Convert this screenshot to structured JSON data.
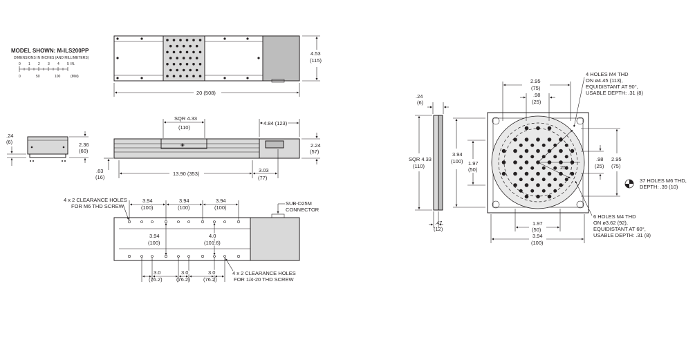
{
  "header": {
    "model_shown": "MODEL SHOWN: M-ILS200PP",
    "dims_note": "DIMENSIONS IN INCHES (AND MILLIMETERS)",
    "scale_in_label": "IN.",
    "scale_mm_label": "(MM)",
    "scale_in_ticks": [
      "0",
      "1",
      "2",
      "3",
      "4",
      "5"
    ],
    "scale_mm_ticks": [
      "0",
      "50",
      "100"
    ]
  },
  "top_view": {
    "height_in": "4.53",
    "height_mm": "(115)",
    "length": "20 (508)"
  },
  "front_view": {
    "sqr": "SQR 4.33",
    "sqr_mm": "(110)",
    "motor_len": "4.84 (123)",
    "height_in": "2.24",
    "height_mm": "(57)",
    "low_in": ".63",
    "low_mm": "(16)",
    "travel": "13.90 (353)",
    "conn_in": "3.03",
    "conn_mm": "(77)"
  },
  "end_view": {
    "thk_in": ".24",
    "thk_mm": "(6)",
    "h_in": "2.36",
    "h_mm": "(60)"
  },
  "bottom_view": {
    "clear_m6_1": "4 x 2 CLEARANCE HOLES",
    "clear_m6_2": "FOR M6 THD SCREW",
    "pitch_in": "3.94",
    "pitch_mm": "(100)",
    "sub_d25m_1": "SUB-D25M",
    "sub_d25m_2": "CONNECTOR",
    "v1_in": "3.94",
    "v1_mm": "(100)",
    "v2_in": "4.0",
    "v2_mm": "(101.6)",
    "p3_in": "3.0",
    "p3_mm": "(76.2)",
    "clear_14_1": "4 x 2 CLEARANCE HOLES",
    "clear_14_2": "FOR 1/4-20 THD SCREW"
  },
  "carriage_view": {
    "side_thk_in": ".24",
    "side_thk_mm": "(6)",
    "sqr": "SQR 4.33",
    "sqr_mm": "(110)",
    "d394_in": "3.94",
    "d394_mm": "(100)",
    "d197_in": "1.97",
    "d197_mm": "(50)",
    "d47_in": ".47",
    "d47_mm": "(12)",
    "top295_in": "2.95",
    "top295_mm": "(75)",
    "top98_in": ".98",
    "top98_mm": "(25)",
    "r98_in": ".98",
    "r98_mm": "(25)",
    "r295_in": "2.95",
    "r295_mm": "(75)",
    "b197_in": "1.97",
    "b197_mm": "(50)",
    "b394_in": "3.94",
    "b394_mm": "(100)",
    "angle": "25°",
    "note4_1": "4 HOLES M4 THD",
    "note4_2": "ON ø4.45 (113),",
    "note4_3": "EQUIDISTANT AT 90°,",
    "note4_4": "USABLE DEPTH: .31 (8)",
    "note37_1": "37 HOLES M6 THD,",
    "note37_2": "DEPTH: .39 (10)",
    "note6_1": "6 HOLES M4 THD",
    "note6_2": "ON ø3.62 (92),",
    "note6_3": "EQUIDISTANT AT 60°,",
    "note6_4": "USABLE DEPTH: .31 (8)"
  }
}
